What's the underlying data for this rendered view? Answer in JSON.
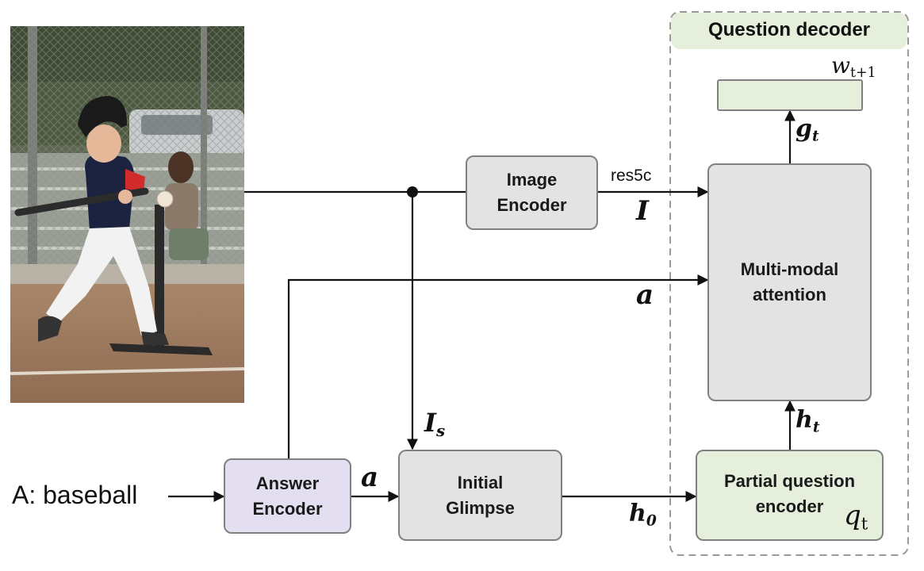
{
  "photo": {
    "description_icon": "baseball-batter-photo"
  },
  "decoder": {
    "title": "Question decoder",
    "output_symbol": "w",
    "output_subscript": "t+1"
  },
  "blocks": {
    "image_encoder": "Image\nEncoder",
    "answer_encoder": "Answer\nEncoder",
    "initial_glimpse": "Initial\nGlimpse",
    "multimodal_attention": "Multi-modal\nattention",
    "partial_question_encoder": "Partial question\nencoder"
  },
  "labels": {
    "res5c": "res5c",
    "I": "I",
    "I_s_base": "I",
    "I_s_sub": "s",
    "a_top": "a",
    "a_bottom": "a",
    "h0_base": "h",
    "h0_sub": "0",
    "ht_base": "h",
    "ht_sub": "t",
    "gt_base": "g",
    "gt_sub": "t",
    "qt_base": "q",
    "qt_sub": "t",
    "answer_input": "A: baseball"
  },
  "colors": {
    "gray_block": "#e3e3e3",
    "green_block": "#e5efdb",
    "purple_block": "#e3def0",
    "title_bg": "#e5efdb",
    "dashed_border": "#9a9a9a"
  }
}
